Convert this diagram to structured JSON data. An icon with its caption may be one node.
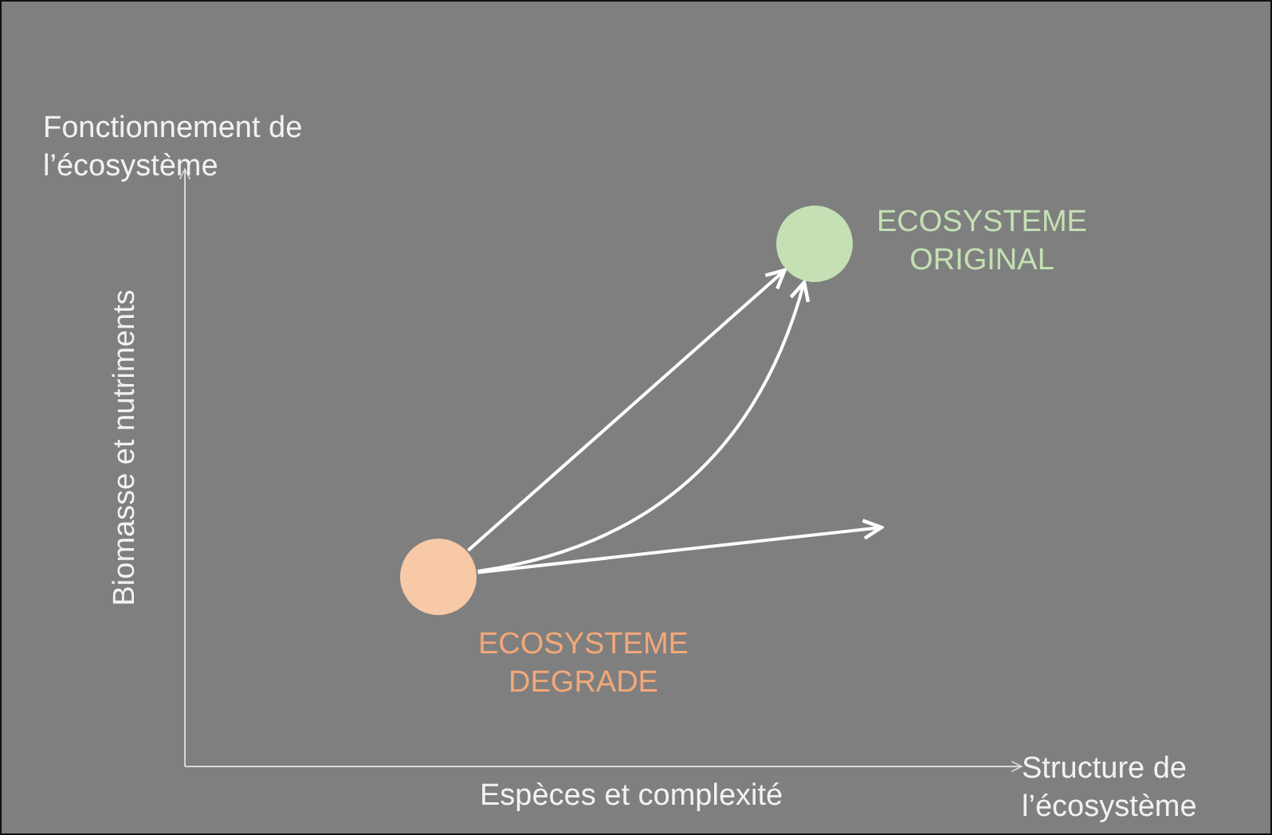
{
  "diagram": {
    "nodes": [
      {
        "text": [],
        "shape": "circle",
        "beside": [
          "ECOSYSTEME DEGRADE"
        ]
      },
      {
        "text": [],
        "shape": "circle",
        "beside": [
          "ECOSYSTEME ORIGINAL"
        ]
      }
    ],
    "edges": [
      {
        "from": 0,
        "to": 1,
        "arrow": "to"
      },
      {
        "from": 0,
        "to": 1,
        "arrow": "to"
      },
      {
        "from": 0,
        "to": null,
        "arrow": "to"
      }
    ],
    "labels": [
      "Fonctionnement de l’écosystème",
      "Biomasse et nutriments",
      "Structure de l’écosystème",
      "Espèces et complexité"
    ]
  }
}
